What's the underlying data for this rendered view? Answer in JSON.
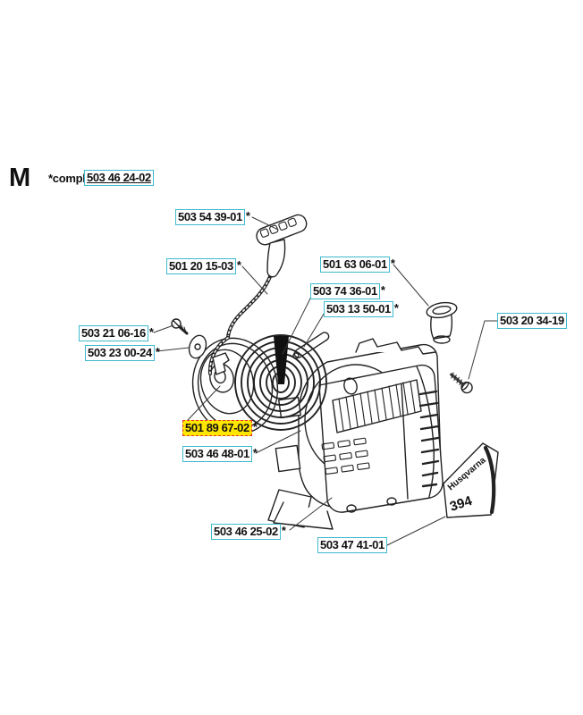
{
  "header": {
    "section_letter": "M",
    "compl_prefix": "*compl",
    "compl_part_number": "503 46 24-02"
  },
  "colors": {
    "background": "#ffffff",
    "label_border": "#3fb9cd",
    "highlight_background": "#ffe600",
    "highlight_border": "#e8352a",
    "text": "#111111",
    "line_art": "#222222"
  },
  "diagram": {
    "decal": {
      "brand": "Husqvarna",
      "model": "394"
    },
    "labels": [
      {
        "number": "503 54 39-01",
        "suffix": "*",
        "highlighted": false
      },
      {
        "number": "501 20 15-03",
        "suffix": "*",
        "highlighted": false
      },
      {
        "number": "501 63 06-01",
        "suffix": "*",
        "highlighted": false
      },
      {
        "number": "503 74 36-01",
        "suffix": "*",
        "highlighted": false
      },
      {
        "number": "503 13 50-01",
        "suffix": "*",
        "highlighted": false
      },
      {
        "number": "503 20 34-19",
        "suffix": "",
        "highlighted": false
      },
      {
        "number": "503 21 06-16",
        "suffix": "*",
        "highlighted": false
      },
      {
        "number": "503 23 00-24",
        "suffix": "*",
        "highlighted": false
      },
      {
        "number": "501 89 67-02",
        "suffix": "*",
        "highlighted": true
      },
      {
        "number": "503 46 48-01",
        "suffix": "*",
        "highlighted": false
      },
      {
        "number": "503 46 25-02",
        "suffix": "*",
        "highlighted": false
      },
      {
        "number": "503 47 41-01",
        "suffix": "",
        "highlighted": false
      }
    ]
  }
}
